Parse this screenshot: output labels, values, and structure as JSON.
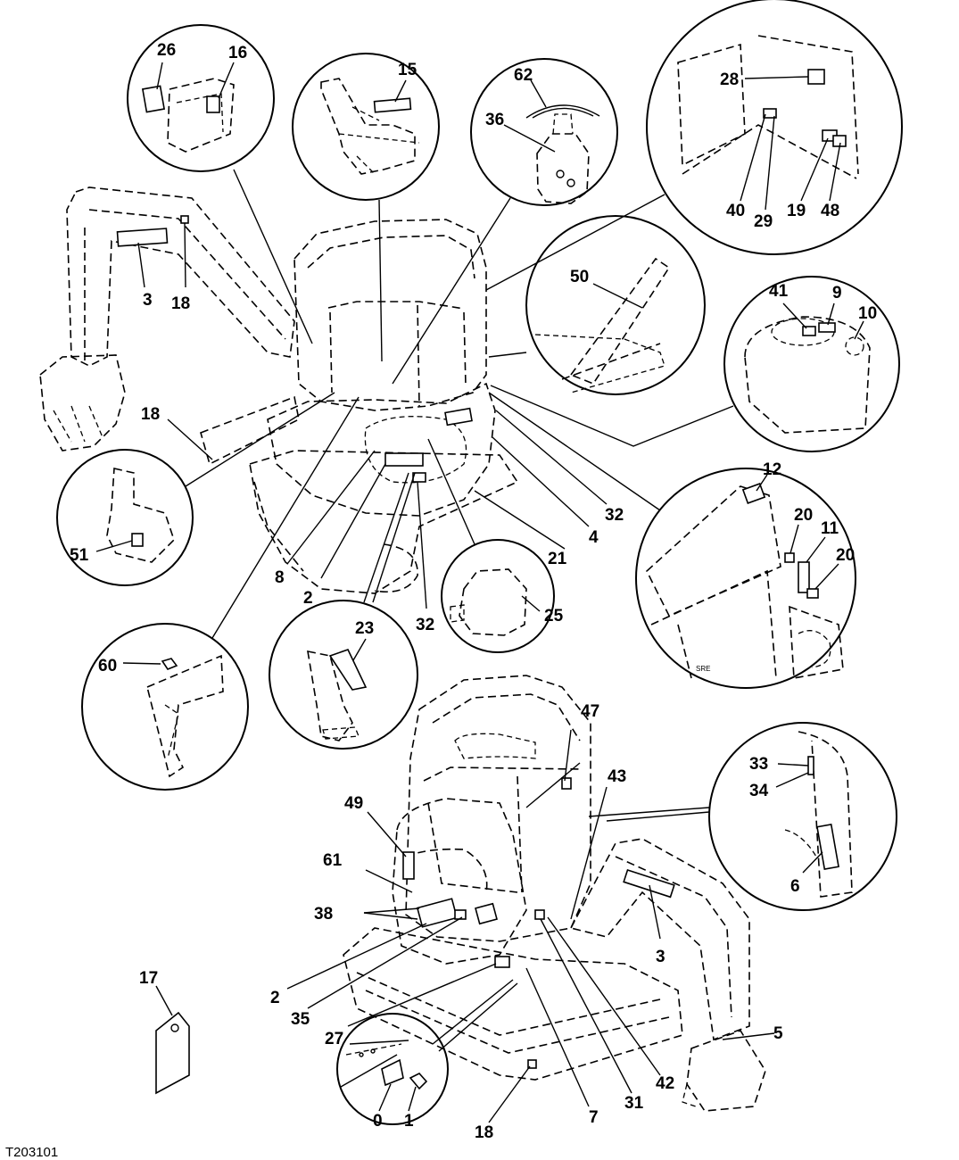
{
  "figure_code": "T203101",
  "callouts": {
    "c0": "0",
    "c1": "1",
    "c2": "2",
    "c3": "3",
    "c4": "4",
    "c5": "5",
    "c6": "6",
    "c7": "7",
    "c8": "8",
    "c9": "9",
    "c10": "10",
    "c11": "11",
    "c12": "12",
    "c15": "15",
    "c16": "16",
    "c17": "17",
    "c18": "18",
    "c19": "19",
    "c20": "20",
    "c21": "21",
    "c23": "23",
    "c25": "25",
    "c26": "26",
    "c27": "27",
    "c28": "28",
    "c29": "29",
    "c31": "31",
    "c32": "32",
    "c33": "33",
    "c34": "34",
    "c35": "35",
    "c36": "36",
    "c38": "38",
    "c40": "40",
    "c41": "41",
    "c42": "42",
    "c43": "43",
    "c47": "47",
    "c48": "48",
    "c49": "49",
    "c50": "50",
    "c51": "51",
    "c60": "60",
    "c61": "61",
    "c62": "62"
  }
}
